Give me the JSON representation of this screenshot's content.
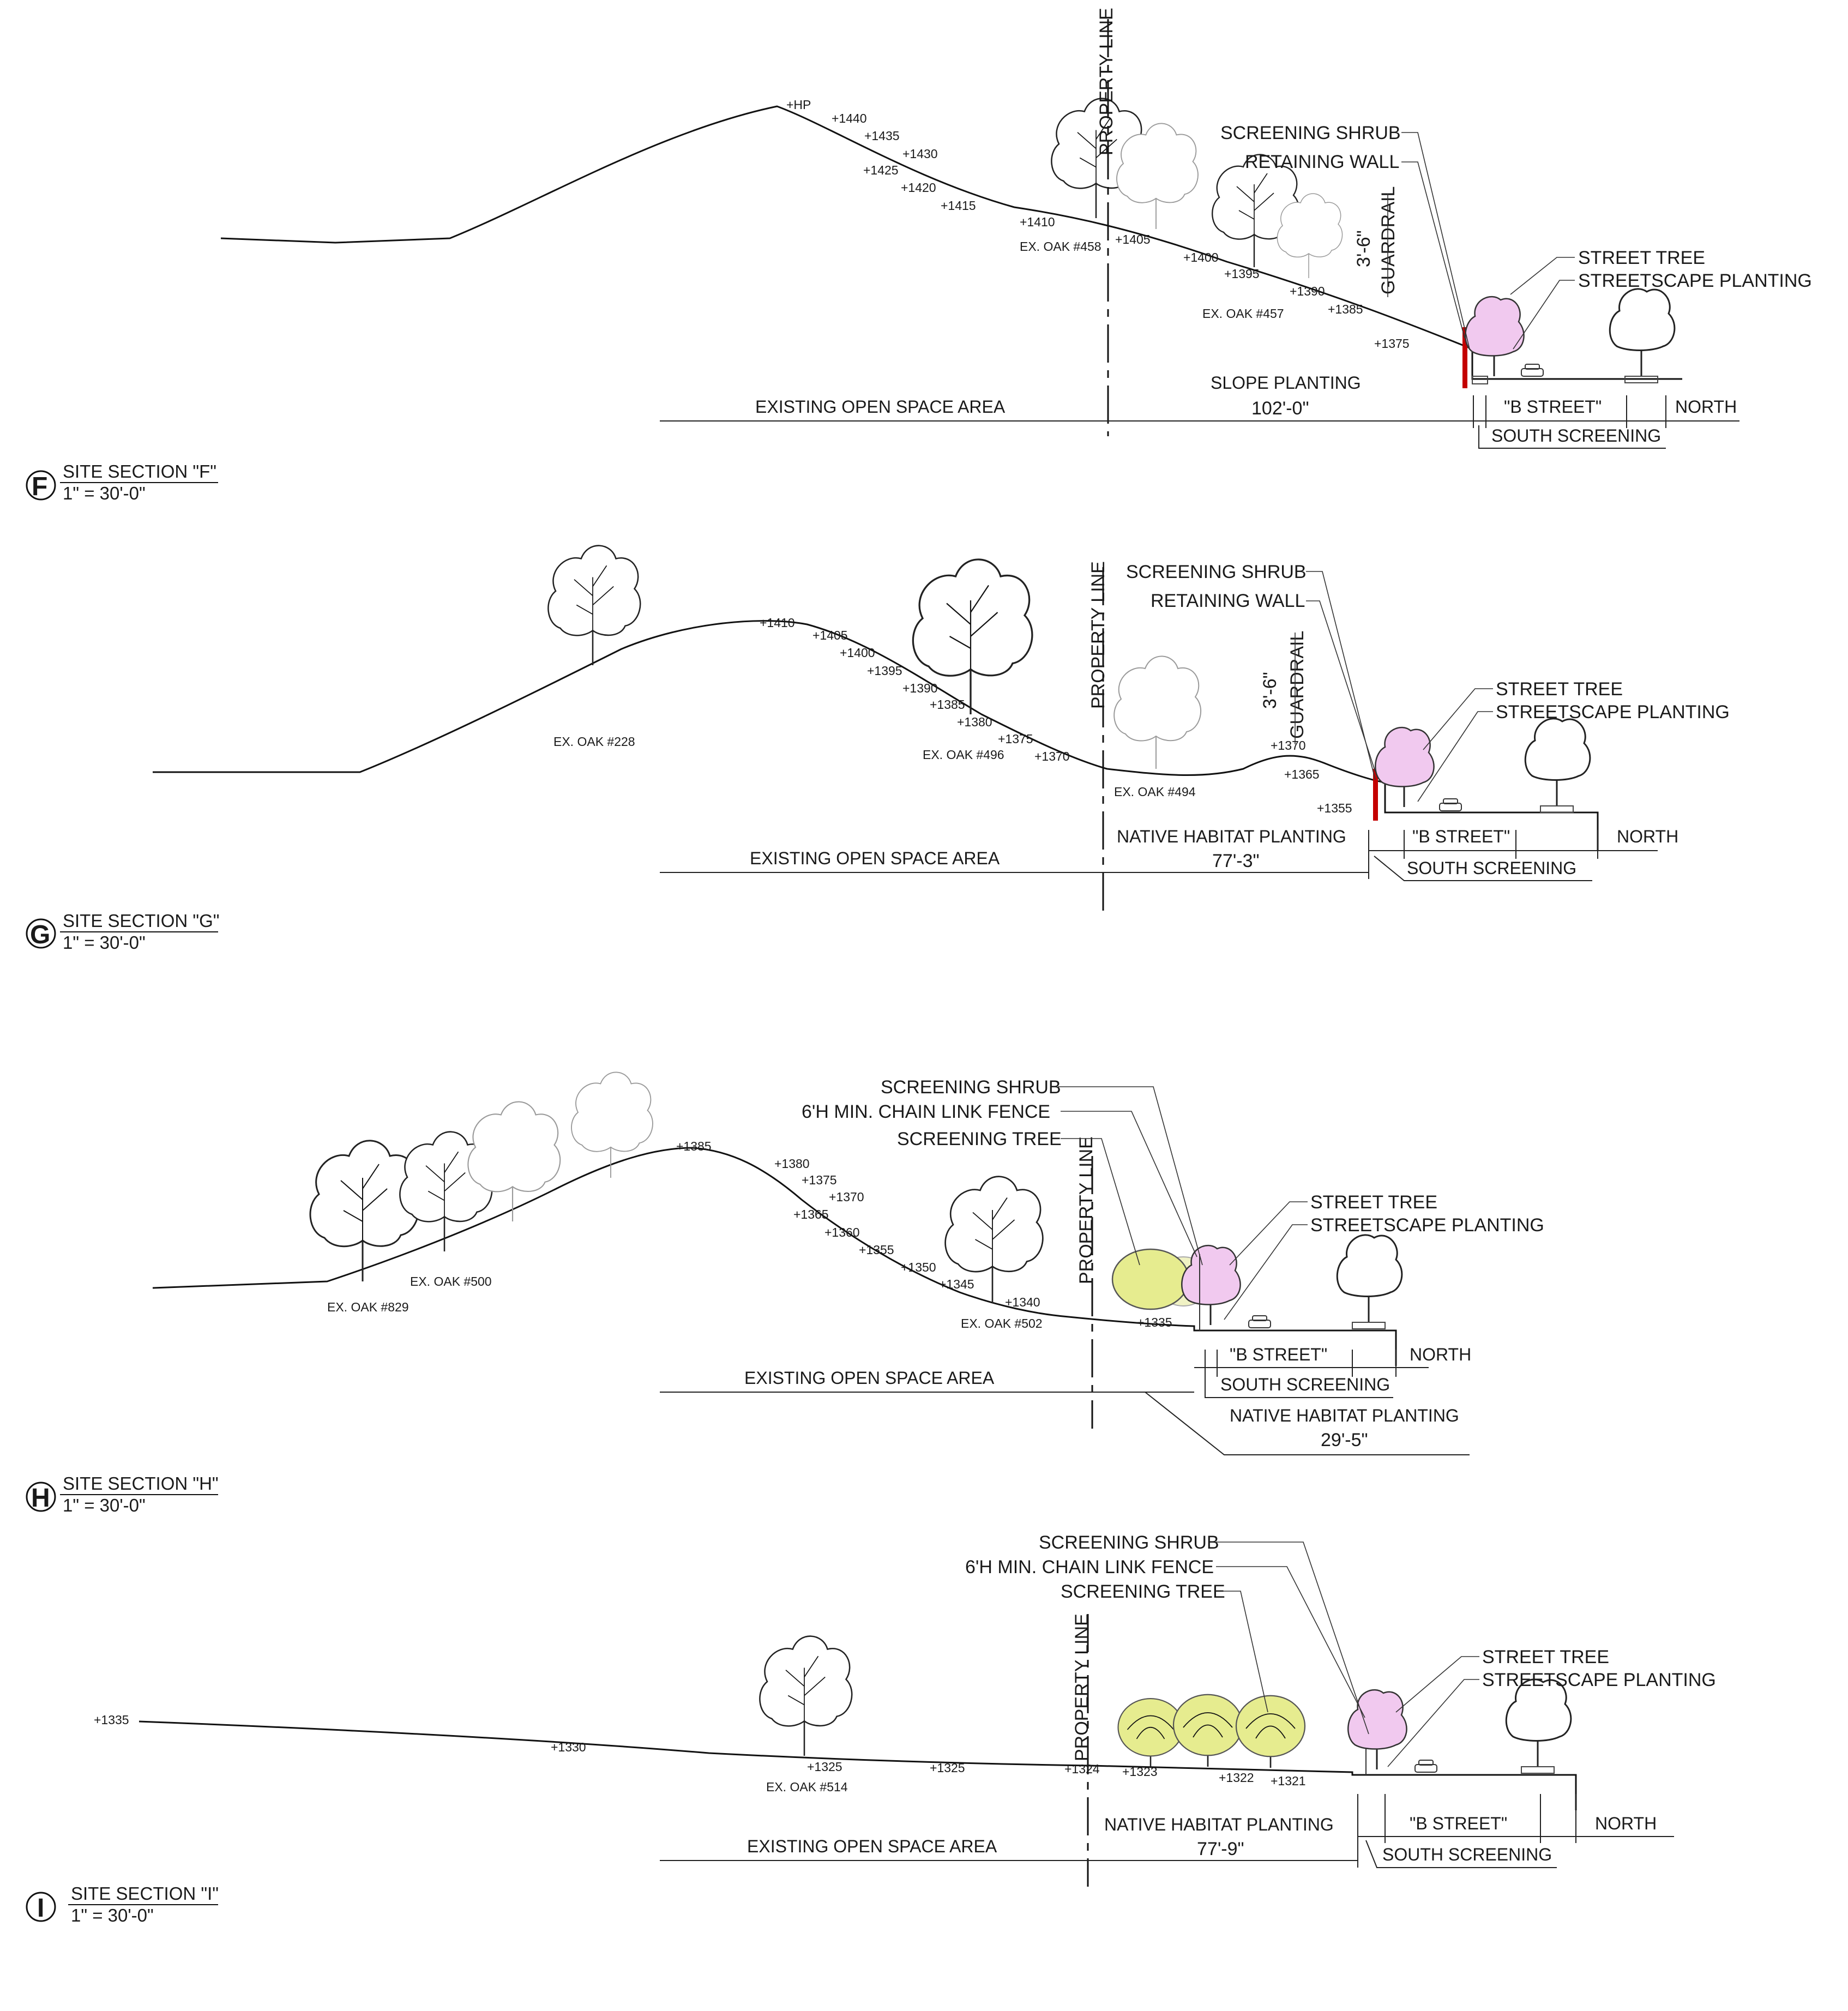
{
  "sections": [
    {
      "id": "F",
      "marker": "F",
      "title": "SITE SECTION \"F\"",
      "scale": "1\" = 30'-0\"",
      "property_line": "PROPERTY LINE",
      "labels": [
        "SCREENING SHRUB",
        "RETAINING WALL",
        "STREET TREE",
        "STREETSCAPE PLANTING"
      ],
      "guardrail": [
        "3'-6\"",
        "GUARDRAIL"
      ],
      "elevations": [
        "+HP",
        "+1440",
        "+1435",
        "+1430",
        "+1425",
        "+1420",
        "+1415",
        "+1410",
        "+1405",
        "+1400",
        "+1395",
        "+1390",
        "+1385",
        "+1375"
      ],
      "oaks": [
        "EX. OAK #458",
        "EX. OAK #457"
      ],
      "zones": {
        "open_space": "EXISTING OPEN SPACE AREA",
        "planting": "SLOPE PLANTING",
        "planting_dim": "102'-0\"",
        "street": "\"B STREET\"",
        "north": "NORTH",
        "south": "SOUTH SCREENING"
      }
    },
    {
      "id": "G",
      "marker": "G",
      "title": "SITE SECTION \"G\"",
      "scale": "1\" = 30'-0\"",
      "property_line": "PROPERTY LINE",
      "labels": [
        "SCREENING SHRUB",
        "RETAINING WALL",
        "STREET TREE",
        "STREETSCAPE PLANTING"
      ],
      "guardrail": [
        "3'-6\"",
        "GUARDRAIL"
      ],
      "elevations": [
        "+1410",
        "+1405",
        "+1400",
        "+1395",
        "+1390",
        "+1385",
        "+1380",
        "+1375",
        "+1370",
        "+1370",
        "+1365",
        "+1355"
      ],
      "oaks": [
        "EX. OAK #228",
        "EX. OAK #496",
        "EX. OAK #494"
      ],
      "zones": {
        "open_space": "EXISTING OPEN SPACE AREA",
        "planting": "NATIVE HABITAT PLANTING",
        "planting_dim": "77'-3\"",
        "street": "\"B STREET\"",
        "north": "NORTH",
        "south": "SOUTH SCREENING"
      }
    },
    {
      "id": "H",
      "marker": "H",
      "title": "SITE SECTION \"H\"",
      "scale": "1\" = 30'-0\"",
      "property_line": "PROPERTY LINE",
      "labels": [
        "SCREENING SHRUB",
        "6'H MIN. CHAIN LINK FENCE",
        "SCREENING TREE",
        "STREET TREE",
        "STREETSCAPE PLANTING"
      ],
      "elevations": [
        "+1385",
        "+1380",
        "+1375",
        "+1370",
        "+1365",
        "+1360",
        "+1355",
        "+1350",
        "+1345",
        "+1340",
        "+1335"
      ],
      "oaks": [
        "EX. OAK #500",
        "EX. OAK #829",
        "EX. OAK #502"
      ],
      "zones": {
        "open_space": "EXISTING OPEN SPACE AREA",
        "planting": "NATIVE HABITAT PLANTING",
        "planting_dim": "29'-5\"",
        "street": "\"B STREET\"",
        "north": "NORTH",
        "south": "SOUTH SCREENING"
      }
    },
    {
      "id": "I",
      "marker": "I",
      "title": "SITE SECTION \"I\"",
      "scale": "1\" = 30'-0\"",
      "property_line": "PROPERTY LINE",
      "labels": [
        "SCREENING SHRUB",
        "6'H MIN. CHAIN LINK FENCE",
        "SCREENING TREE",
        "STREET TREE",
        "STREETSCAPE PLANTING"
      ],
      "elevations": [
        "+1335",
        "+1330",
        "+1325",
        "+1325",
        "+1324",
        "+1323",
        "+1322",
        "+1321"
      ],
      "oaks": [
        "EX. OAK #514"
      ],
      "zones": {
        "open_space": "EXISTING OPEN SPACE AREA",
        "planting": "NATIVE HABITAT PLANTING",
        "planting_dim": "77'-9\"",
        "street": "\"B STREET\"",
        "north": "NORTH",
        "south": "SOUTH SCREENING"
      }
    }
  ],
  "colors": {
    "retaining_wall": "#c40000",
    "street_tree": "#f1c9ef",
    "screening_tree": "#e6ec8f",
    "line": "#111111"
  }
}
